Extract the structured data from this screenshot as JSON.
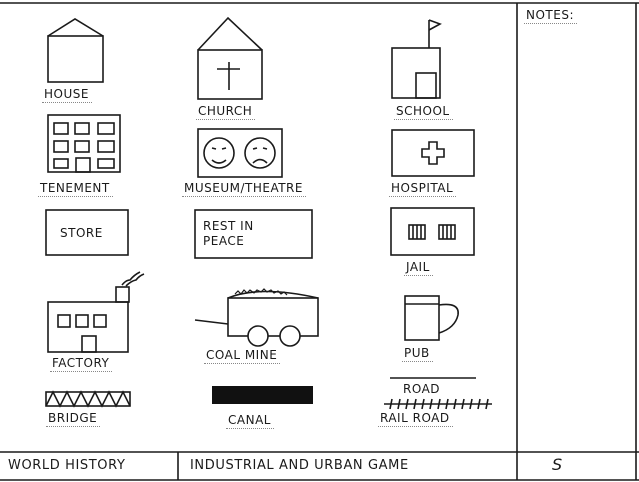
{
  "notes": {
    "label": "NOTES:"
  },
  "legend": {
    "house": "HOUSE",
    "church": "CHURCH",
    "school": "SCHOOL",
    "tenement": "TENEMENT",
    "museum_theatre": "MUSEUM/THEATRE",
    "hospital": "HOSPITAL",
    "store": "STORE",
    "rest_in_peace": "REST IN PEACE",
    "rest_line1": "REST IN",
    "rest_line2": "PEACE",
    "jail": "JAIL",
    "factory": "FACTORY",
    "coal_mine": "COAL MINE",
    "pub": "PUB",
    "bridge": "BRIDGE",
    "canal": "CANAL",
    "road": "ROAD",
    "rail_road": "RAIL ROAD"
  },
  "footer": {
    "course": "WORLD HISTORY",
    "title": "INDUSTRIAL AND URBAN GAME",
    "mark": "S"
  }
}
